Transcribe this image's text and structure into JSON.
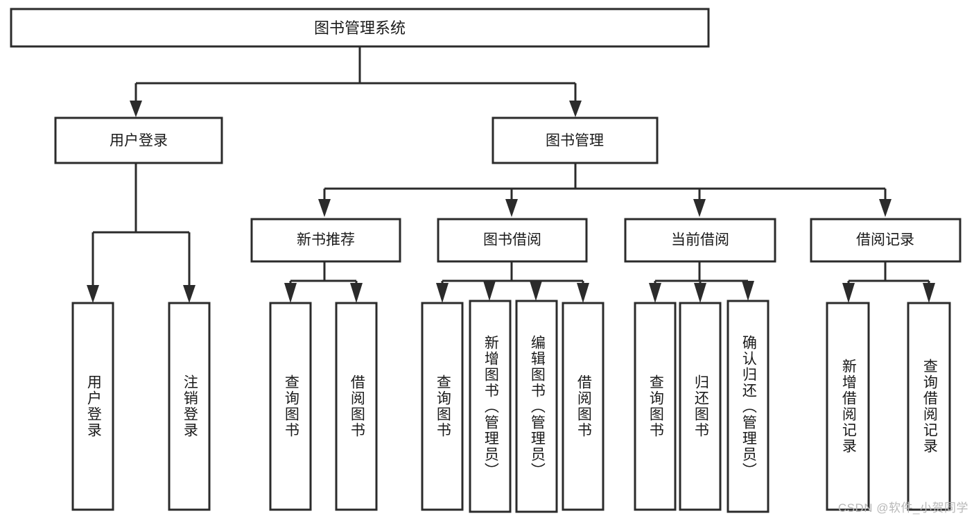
{
  "diagram": {
    "type": "tree-hierarchy",
    "title": "图书管理系统",
    "root": {
      "label": "图书管理系统"
    },
    "level2": [
      {
        "label": "用户登录"
      },
      {
        "label": "图书管理"
      }
    ],
    "level3": [
      {
        "label": "新书推荐"
      },
      {
        "label": "图书借阅"
      },
      {
        "label": "当前借阅"
      },
      {
        "label": "借阅记录"
      }
    ],
    "leaves": {
      "user_login": [
        {
          "label": "用户登录"
        },
        {
          "label": "注销登录"
        }
      ],
      "new_book_recommend": [
        {
          "label": "查询图书"
        },
        {
          "label": "借阅图书"
        }
      ],
      "book_borrow": [
        {
          "label": "查询图书"
        },
        {
          "label": "新增图书（管理员）"
        },
        {
          "label": "编辑图书（管理员）"
        },
        {
          "label": "借阅图书"
        }
      ],
      "current_borrow": [
        {
          "label": "查询图书"
        },
        {
          "label": "归还图书"
        },
        {
          "label": "确认归还（管理员）"
        }
      ],
      "borrow_record": [
        {
          "label": "新增借阅记录"
        },
        {
          "label": "查询借阅记录"
        }
      ]
    }
  },
  "watermark": {
    "text": "CSDN @软件_小贺同学"
  },
  "colors": {
    "stroke": "#2b2b2b",
    "box_fill": "#ffffff",
    "text": "#1a1a1a",
    "watermark": "#b8b8b8",
    "background": "#ffffff"
  }
}
